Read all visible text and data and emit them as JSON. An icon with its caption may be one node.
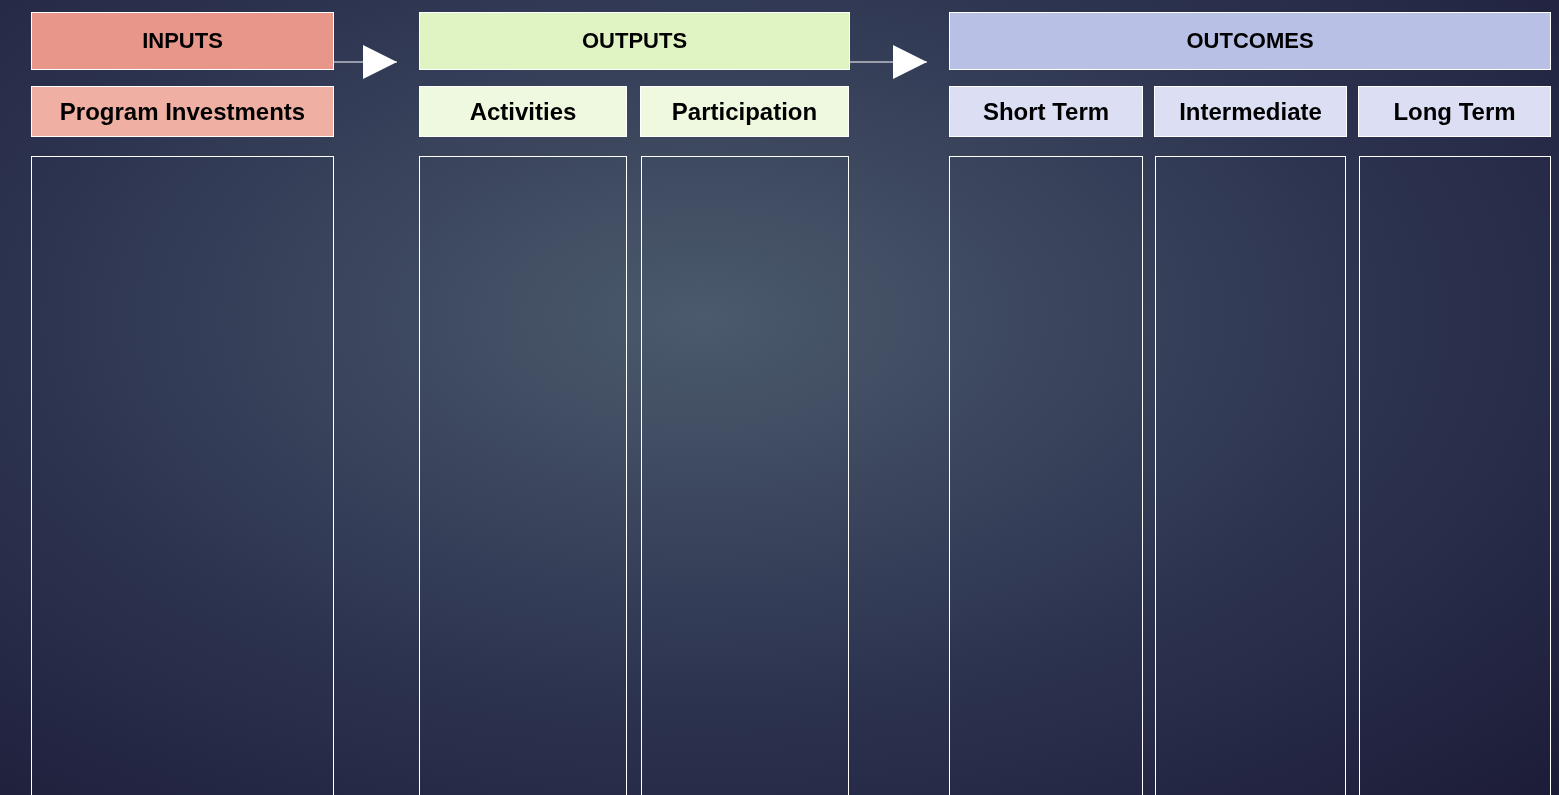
{
  "diagram": {
    "nodes": [
      {
        "text": [
          "INPUTS"
        ]
      },
      {
        "text": [
          "OUTPUTS"
        ]
      },
      {
        "text": [
          "OUTCOMES"
        ]
      },
      {
        "text": [
          "Program Investments"
        ]
      },
      {
        "text": [
          "Activities"
        ]
      },
      {
        "text": [
          "Participation"
        ]
      },
      {
        "text": [
          "Short Term"
        ]
      },
      {
        "text": [
          "Intermediate"
        ]
      },
      {
        "text": [
          "Long Term"
        ]
      },
      {
        "text": [],
        "shape": "box"
      },
      {
        "text": [],
        "shape": "box"
      },
      {
        "text": [],
        "shape": "box"
      },
      {
        "text": [],
        "shape": "box"
      },
      {
        "text": [],
        "shape": "box"
      },
      {
        "text": [],
        "shape": "box"
      }
    ],
    "edges": [
      {
        "from": 0,
        "to": 1,
        "arrow": "to"
      },
      {
        "from": 1,
        "to": 2,
        "arrow": "to"
      }
    ]
  }
}
